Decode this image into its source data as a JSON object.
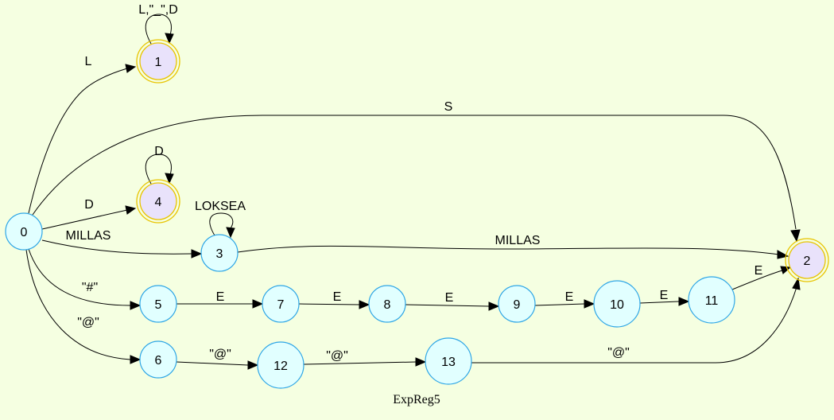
{
  "title": "ExpReg5",
  "colors": {
    "background": "#f5ffe1",
    "state_fill": "#e1ffff",
    "state_stroke": "#2ea6e6",
    "accept_fill": "#e9e2fb",
    "accept_stroke": "#e8c400",
    "edge": "#000000"
  },
  "states": [
    {
      "id": "0",
      "accepting": false
    },
    {
      "id": "1",
      "accepting": true
    },
    {
      "id": "2",
      "accepting": true
    },
    {
      "id": "3",
      "accepting": false
    },
    {
      "id": "4",
      "accepting": true
    },
    {
      "id": "5",
      "accepting": false
    },
    {
      "id": "6",
      "accepting": false
    },
    {
      "id": "7",
      "accepting": false
    },
    {
      "id": "8",
      "accepting": false
    },
    {
      "id": "9",
      "accepting": false
    },
    {
      "id": "10",
      "accepting": false
    },
    {
      "id": "11",
      "accepting": false
    },
    {
      "id": "12",
      "accepting": false
    },
    {
      "id": "13",
      "accepting": false
    }
  ],
  "transitions": [
    {
      "from": "0",
      "to": "1",
      "label": "L"
    },
    {
      "from": "1",
      "to": "1",
      "label": "L,\"_\",D"
    },
    {
      "from": "0",
      "to": "2",
      "label": "S"
    },
    {
      "from": "0",
      "to": "4",
      "label": "D"
    },
    {
      "from": "4",
      "to": "4",
      "label": "D"
    },
    {
      "from": "0",
      "to": "3",
      "label": "MILLAS"
    },
    {
      "from": "3",
      "to": "3",
      "label": "LOKSEA"
    },
    {
      "from": "3",
      "to": "2",
      "label": "MILLAS"
    },
    {
      "from": "0",
      "to": "5",
      "label": "\"#\""
    },
    {
      "from": "0",
      "to": "6",
      "label": "\"@\""
    },
    {
      "from": "5",
      "to": "7",
      "label": "E"
    },
    {
      "from": "7",
      "to": "8",
      "label": "E"
    },
    {
      "from": "8",
      "to": "9",
      "label": "E"
    },
    {
      "from": "9",
      "to": "10",
      "label": "E"
    },
    {
      "from": "10",
      "to": "11",
      "label": "E"
    },
    {
      "from": "11",
      "to": "2",
      "label": "E"
    },
    {
      "from": "6",
      "to": "12",
      "label": "\"@\""
    },
    {
      "from": "12",
      "to": "13",
      "label": "\"@\""
    },
    {
      "from": "13",
      "to": "2",
      "label": "\"@\""
    }
  ]
}
